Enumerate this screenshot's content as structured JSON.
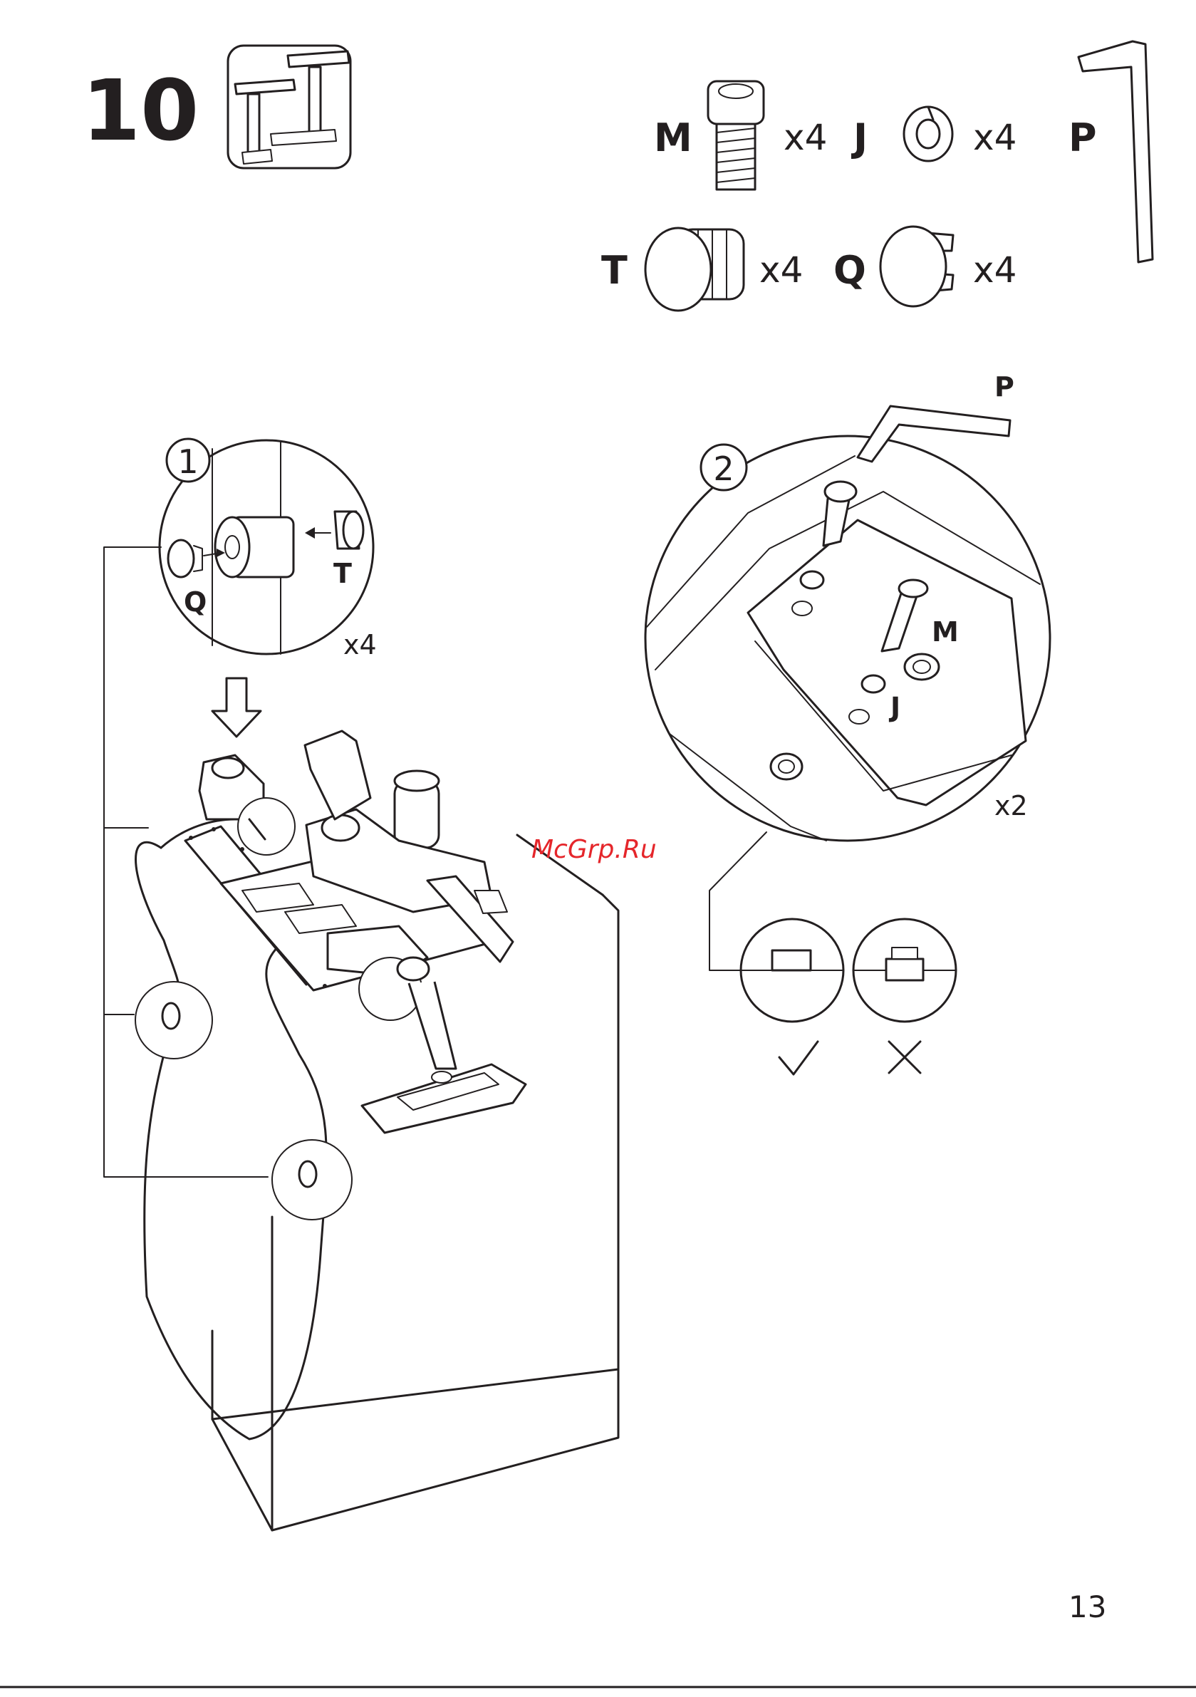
{
  "step": {
    "number": "10"
  },
  "parts": [
    {
      "letter": "M",
      "qty": "x4",
      "icon": "hex-bolt-icon"
    },
    {
      "letter": "J",
      "qty": "x4",
      "icon": "spring-washer-icon"
    },
    {
      "letter": "P",
      "qty": "",
      "icon": "allen-key-icon"
    },
    {
      "letter": "T",
      "qty": "x4",
      "icon": "plug-cap-icon"
    },
    {
      "letter": "Q",
      "qty": "x4",
      "icon": "clip-cap-icon"
    }
  ],
  "detail1": {
    "number": "1",
    "label_q": "Q",
    "label_t": "T",
    "qty": "x4"
  },
  "detail2": {
    "number": "2",
    "label_p": "P",
    "label_m": "M",
    "label_j": "J",
    "qty": "x2"
  },
  "check": {
    "correct_icon": "check-mark-icon",
    "wrong_icon": "cross-mark-icon"
  },
  "watermark": "McGrp.Ru",
  "page_number": "13"
}
